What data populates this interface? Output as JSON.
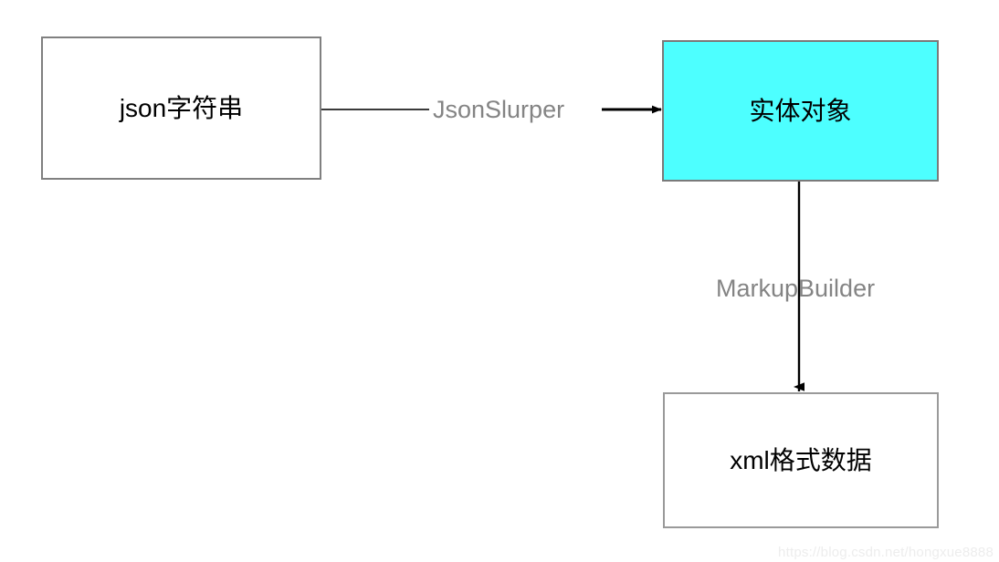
{
  "diagram": {
    "title": "JSON to XML conversion flow",
    "background_color": "#ffffff",
    "nodes": [
      {
        "id": "json-string",
        "label": "json字符串",
        "fill_color": "#ffffff",
        "border_color": "#808080",
        "text_color": "#000000"
      },
      {
        "id": "entity-object",
        "label": "实体对象",
        "fill_color": "#4dffff",
        "border_color": "#7a7a7a",
        "text_color": "#000000"
      },
      {
        "id": "xml-data",
        "label": "xml格式数据",
        "fill_color": "#ffffff",
        "border_color": "#9a9a9a",
        "text_color": "#000000"
      }
    ],
    "edges": [
      {
        "id": "json-to-entity",
        "label": "JsonSlurper",
        "from": "json-string",
        "to": "entity-object",
        "direction": "horizontal-right",
        "label_color": "#848484",
        "line_color": "#000000"
      },
      {
        "id": "entity-to-xml",
        "label": "MarkupBuilder",
        "from": "entity-object",
        "to": "xml-data",
        "direction": "vertical-down",
        "label_color": "#848484",
        "line_color": "#000000"
      }
    ]
  },
  "watermark": {
    "text": "https://blog.csdn.net/hongxue8888",
    "color": "#ededed"
  }
}
